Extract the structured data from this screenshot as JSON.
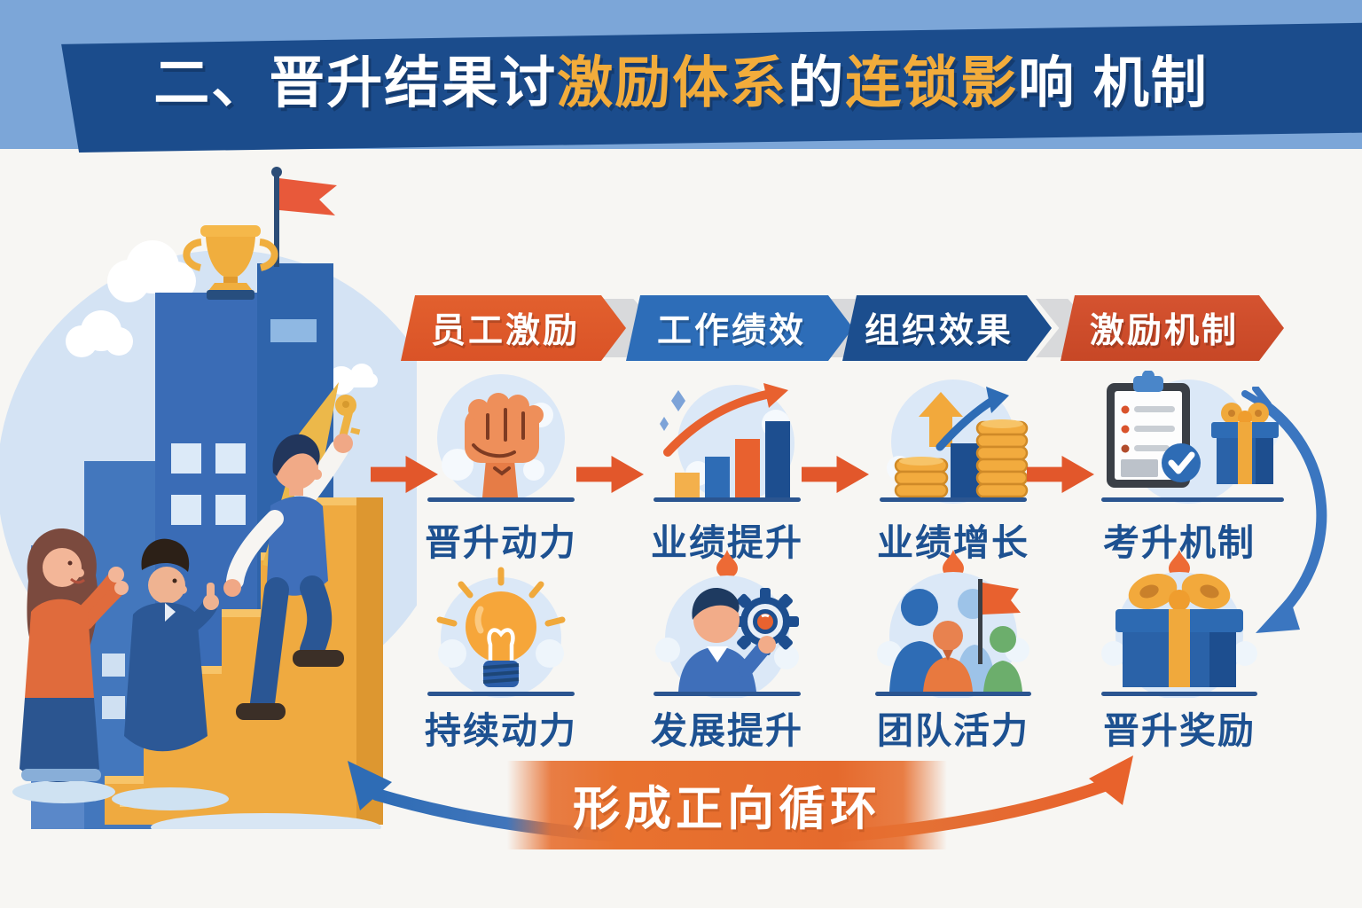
{
  "title": {
    "parts": [
      {
        "text": "二、晋升结果讨",
        "color": "#ffffff"
      },
      {
        "text": "激励体系",
        "color": "#f2ac3b"
      },
      {
        "text": "的",
        "color": "#ffffff"
      },
      {
        "text": "连锁影",
        "color": "#f2ac3b"
      },
      {
        "text": "响 机制",
        "color": "#ffffff"
      }
    ]
  },
  "flow": {
    "columns": [
      {
        "header": "员工激励",
        "header_color": "#de5a2c",
        "row1": {
          "icon": "raised-fist-icon",
          "label": "晋升动力"
        },
        "row2": {
          "icon": "lightbulb-icon",
          "label": "持续动力"
        }
      },
      {
        "header": "工作绩效",
        "header_color": "#2d6db8",
        "row1": {
          "icon": "growth-bar-chart-icon",
          "label": "业绩提升"
        },
        "row2": {
          "icon": "person-gear-icon",
          "label": "发展提升"
        }
      },
      {
        "header": "组织效果",
        "header_color": "#1c4e8e",
        "row1": {
          "icon": "coin-stacks-icon",
          "label": "业绩增长"
        },
        "row2": {
          "icon": "team-flag-icon",
          "label": "团队活力"
        }
      },
      {
        "header": "激励机制",
        "header_color": "#cc4b28",
        "row1": {
          "icon": "clipboard-check-gift-icon",
          "label": "考升机制"
        },
        "row2": {
          "icon": "gift-box-icon",
          "label": "晋升奖励"
        }
      }
    ]
  },
  "cycle": {
    "label": "形成正向循环",
    "banner_color": "#e8722f"
  },
  "illustration": {
    "elements": [
      "city-buildings",
      "golden-staircase",
      "trophy-icon",
      "flag-icon",
      "rising-arrow-icon",
      "climbing-man",
      "golden-key-icon",
      "applauding-woman",
      "applauding-man",
      "clouds"
    ]
  },
  "colors": {
    "background": "#f7f6f3",
    "top_strip": "#7ca6d8",
    "title_banner": "#1b4c8c",
    "title_gold": "#f2ac3b",
    "accent_orange": "#e2572b",
    "accent_blue": "#2e6cb5",
    "accent_navy": "#1d4e8f",
    "accent_gold": "#f0a93c",
    "label_blue": "#1d5191",
    "cloud_blue": "#dbe8f7"
  }
}
